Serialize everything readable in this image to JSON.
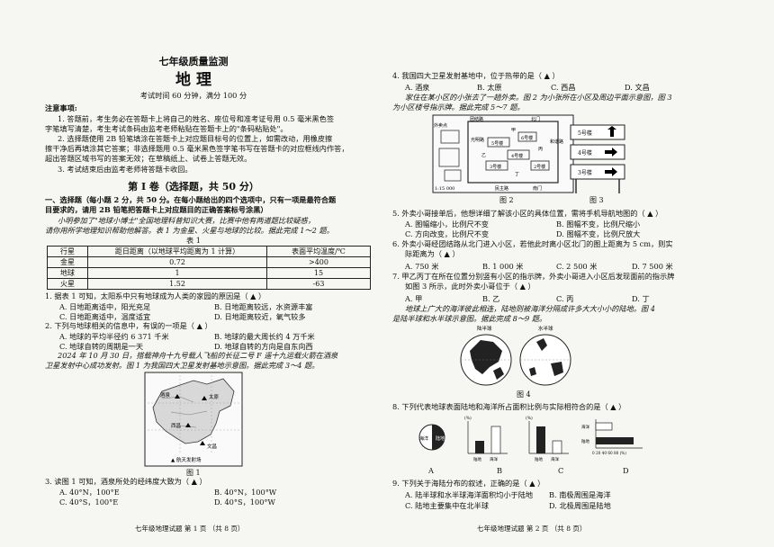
{
  "page1": {
    "title": "七年级质量监测",
    "subject": "地 理",
    "exam_info": "考试时间 60 分钟，满分 100 分",
    "notice_header": "注意事项:",
    "notice": [
      "1. 答题前，考生务必在答题卡上将自己的姓名、座位号和准考证号用 0.5 毫米黑色签",
      "字笔填写清楚，考生考试条码由监考老师粘贴在答题卡上的\"条码粘贴处\"。",
      "2. 选择题使用 2B 铅笔填涂在答题卡上对应题目标号的位置上，如需改动，用橡皮擦",
      "擦干净后再填涂其它答案；非选择题用 0.5 毫米黑色签字笔书写在答题卡的对应框线内作答，",
      "超出答题区域书写的答案无效；在草稿纸上、试卷上答题无效。",
      "3. 考试结束后由监考老师将答题卡收回。"
    ],
    "section_title": "第 Ⅰ 卷（选择题，共 50 分）",
    "section_intro": [
      "一、选择题（每小题 2 分，共 50 分。在每小题给出的四个选项中，只有一项是最符合题",
      "目要求的，请用 2B 铅笔把答题卡上对应题目的正确答案标号涂黑）"
    ],
    "context1": [
      "小明参加了\"地球小博士\"全国地理科普知识大赛，比赛中他有两道题比较疑惑，",
      "请你用所学地理知识帮助他解答。表 1 为金星、火星与地球的比较。据此完成 1～2 题。"
    ],
    "table_caption": "表 1",
    "table_headers": [
      "行星",
      "距日距离（以地球平均距离为 1 计算）",
      "表面平均温度/℃"
    ],
    "table_rows": [
      [
        "金星",
        "0.72",
        ">400"
      ],
      [
        "地球",
        "1",
        "15"
      ],
      [
        "火星",
        "1.52",
        "-63"
      ]
    ],
    "q1": "1. 据表 1 可知，太阳系中只有地球成为人类的家园的原因是（ ▲ ）",
    "q1_options": [
      "A. 日地距离适中，阳光充足",
      "B. 日地距离较远，水资源丰富",
      "C. 日地距离适中，温度适宜",
      "D. 日地距离较近，氧气较多"
    ],
    "q2": "2. 下列与地球相关的信息中，有误的一项是（ ▲ ）",
    "q2_options": [
      "A. 地球的平均半径约 6 371 千米",
      "B. 地球的最大周长约 4 万千米",
      "C. 地球自转的周期是一天",
      "D. 地球自转的方向是自东向西"
    ],
    "context2": [
      "2024 年 10 月 30 日，搭载神舟十九号载人飞船的长征二号 F 遥十九运载火箭在酒泉",
      "卫星发射中心成功发射。图 1 为我国四大卫星发射基地示意图。据此完成 3～4 题。"
    ],
    "fig1_labels": [
      "酒泉",
      "太原",
      "西昌",
      "文昌"
    ],
    "fig1_legend": "▲ 航天发射场",
    "fig1_caption": "图 1",
    "q3": "3. 读图 1 可知，酒泉所处的经纬度大致为（ ▲ ）",
    "q3_options": [
      "A. 40°N，100°E",
      "B. 40°N，100°W",
      "C. 40°S，100°E",
      "D. 40°S，100°W"
    ],
    "footer": "七年级地理试题 第 1 页 （共 8 页）"
  },
  "page2": {
    "q4": "4. 我国四大卫星发射基地中，位于热带的是（ ▲ ）",
    "q4_options": [
      "A. 酒泉",
      "B. 太原",
      "C. 西昌",
      "D. 文昌"
    ],
    "context3": [
      "家住在某小区的小张去了一趟外卖。图 2 为小张所在小区及周边平面示意图，图 3",
      "为小区楼号指示牌。据此完成 5～7 题。"
    ],
    "fig2_labels": {
      "north": "北门",
      "gate_west": "外卖点",
      "road_gdl": "团结路",
      "road_gmr": "光明路",
      "road_hxr": "和谐路",
      "road_mfr": "民主路",
      "south": "南门",
      "building5": "5号楼",
      "building4": "4号楼",
      "building3": "3号楼",
      "building2": "2号楼",
      "building6": "6号楼",
      "jia": "甲",
      "yi": "乙",
      "bing": "丙",
      "ding": "丁",
      "scale": "1:15 000"
    },
    "fig2_caption": "图 2",
    "fig3_signs": [
      "5号楼",
      "4号楼",
      "3号楼"
    ],
    "fig3_caption": "图 3",
    "q5": "5. 外卖小哥接单后，他想详细了解该小区的具体位置，需将手机导航地图的（ ▲ ）",
    "q5_options": [
      "A. 图幅缩小，比例尺不变",
      "B. 图幅不变，比例尺缩小",
      "C. 方向改变，比例尺不变",
      "D. 图幅不变，比例尺放大"
    ],
    "q6": "6. 外卖小哥经团结路从北门进入小区，若他此时离小区北门的图上距离为 5 cm，则实",
    "q6_line2": "际距离为（ ▲ ）",
    "q6_options": [
      "A. 750 米",
      "B. 1 000 米",
      "C. 2 500 米",
      "D. 7 500 米"
    ],
    "q7": "7. 甲乙丙丁在所在位置分别竖有小区的指示牌，外卖小哥进入小区后发现面前的指示牌",
    "q7_line2": "如图 3 所示，此时外卖小哥位于（ ▲ ）",
    "q7_options": [
      "A. 甲",
      "B. 乙",
      "C. 丙",
      "D. 丁"
    ],
    "context4": [
      "地球上广大的海洋彼此相连，陆地则被海洋分隔成许多大大小小的陆地。图 4",
      "是陆半球和水半球示意图。据此完成 8～9 题。"
    ],
    "fig4_labels": [
      "陆半球",
      "水半球"
    ],
    "fig4_caption": "图 4",
    "q8": "8. 下列代表地球表面陆地和海洋所占面积比例与实际相符合的是（ ▲ ）",
    "q8_fig_labels": {
      "A_ocean": "海洋",
      "A_land": "陆地",
      "B_y": "(%)",
      "B_x": [
        "陆地",
        "海洋"
      ],
      "C_y": "(%)",
      "C_x": [
        "陆地",
        "海洋"
      ],
      "D_y": "(%)",
      "D_rows": [
        "海洋",
        "陆地"
      ],
      "D_ticks": "0 20 40 60 80 (%)"
    },
    "q8_choice_letters": [
      "A",
      "B",
      "C",
      "D"
    ],
    "q9": "9. 下列关于海陆分布的叙述，正确的是（ ▲ ）",
    "q9_options": [
      "A. 陆半球和水半球海洋面积均小于陆地",
      "B. 南极周围是海洋",
      "C. 陆地主要集中在北半球",
      "D. 北极周围是陆地"
    ],
    "footer": "七年级地理试题 第 2 页 （共 8 页）"
  }
}
